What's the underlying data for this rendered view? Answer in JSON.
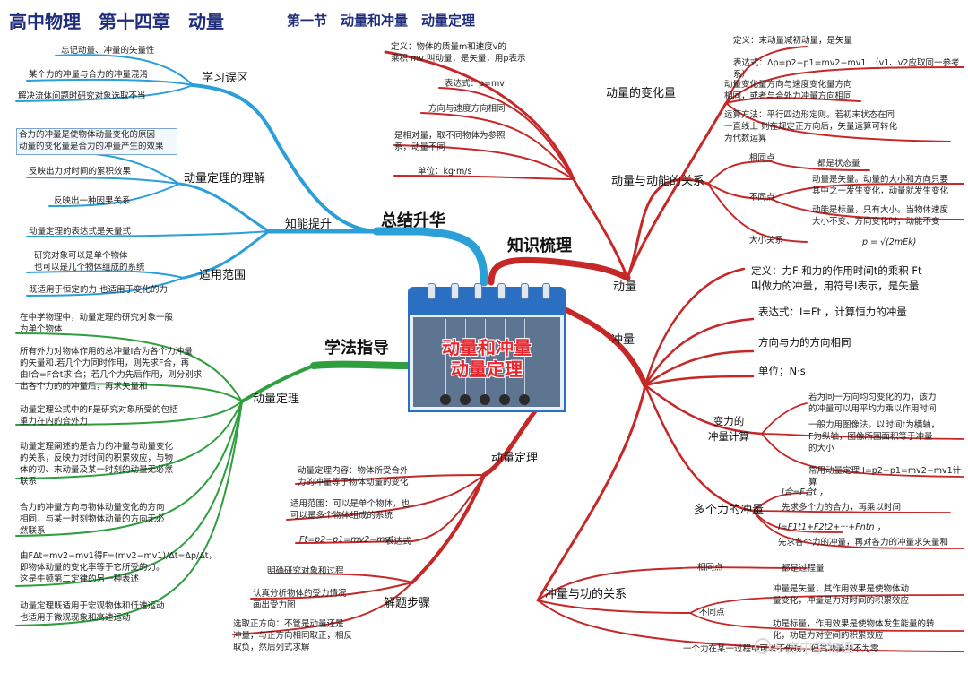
{
  "header": {
    "title": "高中物理　第十四章　动量",
    "subtitle": "第一节　动量和冲量　动量定理"
  },
  "center": {
    "title": "动量和冲量\n动量定理"
  },
  "colors": {
    "red_branch": "#c62828",
    "blue_branch": "#2a9fd8",
    "green_branch": "#2e9e3e",
    "title_blue": "#1f2d7a",
    "center_red": "#e8262d"
  },
  "branches": {
    "zongjie": {
      "label": "总结升华",
      "xuexi": {
        "label": "学习误区",
        "items": [
          "忘记动量、冲量的矢量性",
          "某个力的冲量与合力的冲量混淆",
          "解决流体问题时研究对象选取不当"
        ]
      },
      "zhineng": {
        "label": "知能提升",
        "lijie": {
          "label": "动量定理的理解",
          "items": [
            "合力的冲量是使物体动量变化的原因\n动量的变化量是合力的冲量产生的效果",
            "反映出力对时间的累积效果",
            "反映出一种因果关系"
          ]
        },
        "vector": "动量定理的表达式是矢量式",
        "fanwei": {
          "label": "适用范围",
          "items": [
            "研究对象可以是单个物体\n也可以是几个物体组成的系统",
            "既适用于恒定的力 也适用于变化的力"
          ]
        }
      }
    },
    "xuefa": {
      "label": "学法指导",
      "dingli": {
        "label": "动量定理",
        "items": [
          "在中学物理中，动量定理的研究对象一般\n为单个物体",
          "所有外力对物体作用的总冲量I合为各个力冲量\n的矢量和.若几个力同时作用，则先求F合，再\n由I合=F合t求I合；若几个力先后作用，则分别求\n出各个力的的冲量后，再求矢量和",
          "动量定理公式中的F是研究对象所受的包括\n重力在内的合外力",
          "动量定理阐述的是合力的冲量与动量变化\n的关系，反映力对时间的积累效应，与物\n体的初、末动量及某一时刻的动量无必然\n联系",
          "合力的冲量方向与物体动量变化的方向\n相同，与某一时刻物体动量的方向无必\n然联系",
          "由FΔt=mv2−mv1得F=(mv2−mv1)/Δt=Δp/Δt，\n即物体动量的变化率等于它所受的力。\n这是牛顿第二定律的另一种表述",
          "动量定理既适用于宏观物体和低速运动\n也适用于微观现象和高速运动"
        ]
      }
    },
    "zhishi": {
      "label": "知识梳理",
      "dongliang": {
        "label": "动量",
        "defs": [
          "定义：物体的质量m和速度v的\n乘积 mv 叫动量，是矢量，用p表示",
          "表达式：p=mv",
          "方向与速度方向相同",
          "是相对量，取不同物体为参照\n系，动量不同",
          "单位：kg·m/s"
        ],
        "bianhua": {
          "label": "动量的变化量",
          "items": [
            "定义：末动量减初动量，是矢量",
            "表达式：Δp=p2−p1=mv2−mv1　（v1、v2应取同一参考系）",
            "动量变化量方向与速度变化量方向\n相同，或者与合外力冲量方向相同",
            "运算方法：平行四边形定则。若初末状态在同\n一直线上 则在规定正方向后，矢量运算可转化\n为代数运算"
          ]
        },
        "dongneng": {
          "label": "动量与动能的关系",
          "same_label": "相同点",
          "same": "都是状态量",
          "diff_label": "不同点",
          "diff": [
            "动量是矢量。动量的大小和方向只要\n其中之一发生变化，动量就发生变化",
            "动能是标量，只有大小。当物体速度\n大小不变、方向变化时，动能不变"
          ],
          "size_label": "大小关系",
          "size": "p = √(2mEk)"
        }
      },
      "chongliang": {
        "label": "冲量",
        "def": "定义：力F 和力的作用时间t的乘积 Ft\n叫做力的冲量，用符号I表示，是矢量",
        "expr": "表达式：I=Ft ，计算恒力的冲量",
        "dir": "方向与力的方向相同",
        "unit": "单位；N·s",
        "bianli": {
          "label": "变力的\n冲量计算",
          "items": [
            "若为同一方向均匀变化的力，该力\n的冲量可以用平均力乘以作用时间",
            "一般力用图像法。以时间t为横轴，\nF为纵轴，图像所围面积等于冲量\n的大小",
            "常用动量定理 I=p2−p1=mv2−mv1计算"
          ]
        },
        "duoge": {
          "label": "多个力的冲量",
          "items": [
            "I合=F合t ，",
            "先求多个力的合力，再乘以时间",
            "I=F1t1+F2t2+···+Fntn ，",
            "先求各个力的冲量，再对各力的冲量求矢量和"
          ]
        },
        "gong": {
          "label": "冲量与功的关系",
          "same_label": "相同点",
          "same": "都是过程量",
          "diff_label": "不同点",
          "diff": [
            "冲量是矢量，其作用效果是使物体动\n量变化，冲量是力对时间的积累效应",
            "功是标量，作用效果是使物体发生能量的转\n化，功是力对空间的积累效应"
          ],
          "last": "一个力在某一过程中可以不做功，但其冲量却不为零"
        }
      },
      "dinglijie": {
        "label": "动量定理",
        "items": [
          "动量定理内容：物体所受合外\n力的冲量等于物体动量的变化",
          "适用范围：可以是单个物体，也\n可以是多个物体组成的系统",
          "Ft=p2−p1=mv2−mv1"
        ],
        "expr_label": "表达式"
      },
      "jieti": {
        "label": "解题步骤",
        "items": [
          "明确研究对象和过程",
          "认真分析物体的受力情况\n画出受力图",
          "选取正方向：不管是动量还是\n冲量，与正方向相同取正，相反\n取负，然后列式求解"
        ]
      }
    }
  },
  "watermark": "东方中学物理"
}
